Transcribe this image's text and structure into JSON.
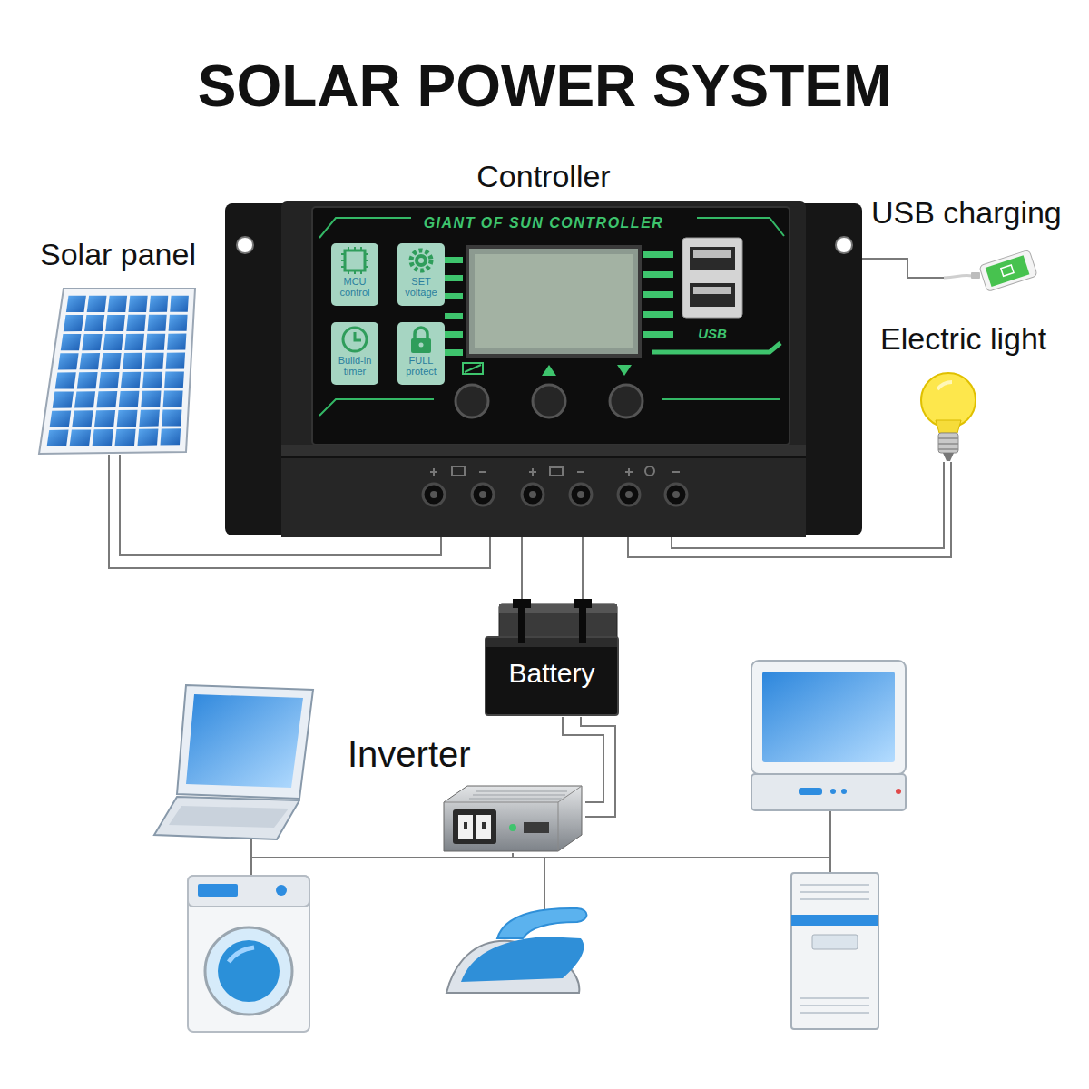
{
  "diagram": {
    "title": "SOLAR POWER SYSTEM",
    "nodes": [
      {
        "text": [
          "Solar panel"
        ]
      },
      {
        "text": [
          "Controller",
          "GIANT OF SUN CONTROLLER",
          "USB"
        ]
      },
      {
        "text": [
          "MCU control"
        ],
        "in": 1
      },
      {
        "text": [
          "SET voltage"
        ],
        "in": 1
      },
      {
        "text": [
          "Build-in timer"
        ],
        "in": 1
      },
      {
        "text": [
          "FULL protect"
        ],
        "in": 1
      },
      {
        "text": [
          "USB charging"
        ]
      },
      {
        "text": [
          "Electric light"
        ]
      },
      {
        "text": [
          "Battery"
        ]
      },
      {
        "text": [
          "Inverter"
        ]
      }
    ],
    "edges": [
      {
        "from": 0,
        "to": 1,
        "arrow": "none"
      },
      {
        "from": 1,
        "to": 8,
        "arrow": "none"
      },
      {
        "from": 1,
        "to": 7,
        "arrow": "none"
      },
      {
        "from": 1,
        "to": 6,
        "arrow": "none"
      },
      {
        "from": 8,
        "to": 9,
        "arrow": "none"
      }
    ]
  }
}
